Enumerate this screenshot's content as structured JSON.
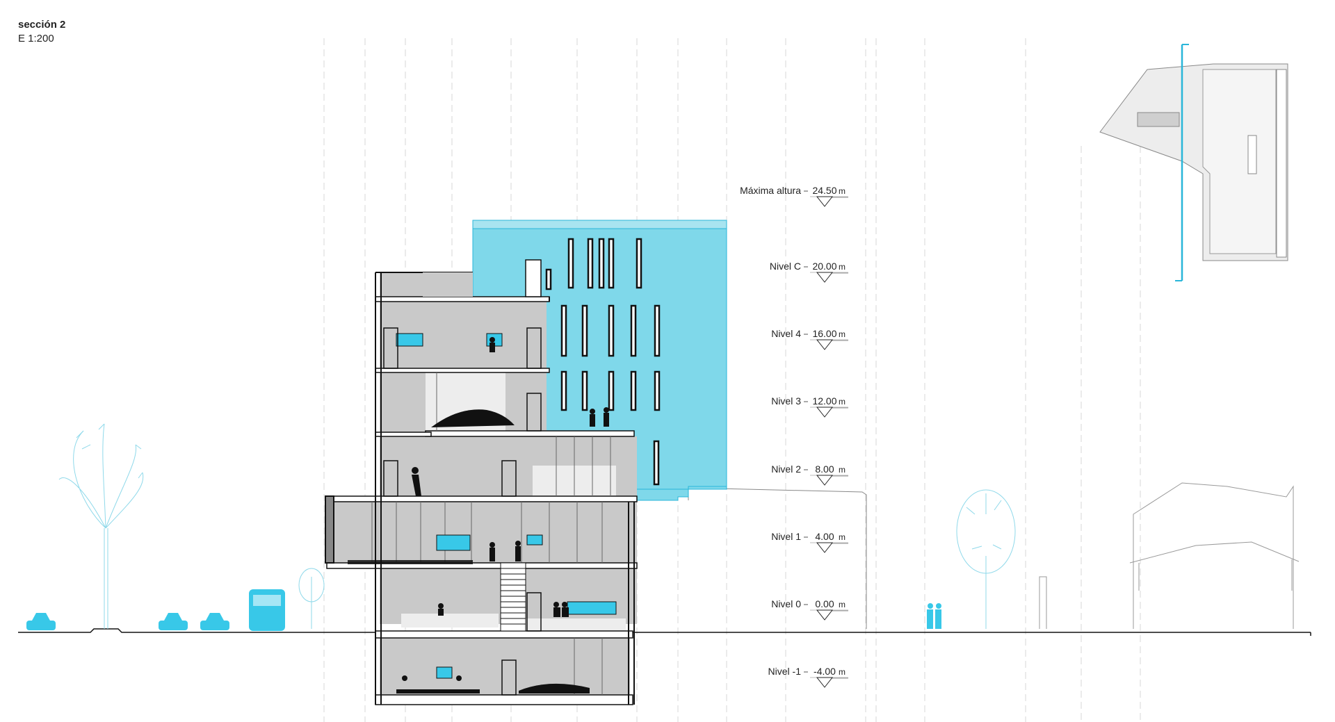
{
  "title_block": {
    "section": "sección 2",
    "scale": "E 1:200"
  },
  "unit": "m",
  "levels": [
    {
      "label": "Máxima altura",
      "value": "24.50"
    },
    {
      "label": "Nivel C",
      "value": "20.00"
    },
    {
      "label": "Nivel 4",
      "value": "16.00"
    },
    {
      "label": "Nivel 3",
      "value": "12.00"
    },
    {
      "label": "Nivel 2",
      "value": "8.00"
    },
    {
      "label": "Nivel 1",
      "value": "4.00"
    },
    {
      "label": "Nivel 0",
      "value": "0.00"
    },
    {
      "label": "Nivel -1",
      "value": "-4.00"
    }
  ],
  "colors": {
    "accent": "#7fd8ea",
    "accent_line": "#29b6d9",
    "slab": "#c2c2c2",
    "interior": "#c9c9c9",
    "ink": "#111111",
    "grid": "#d7d7d7"
  }
}
